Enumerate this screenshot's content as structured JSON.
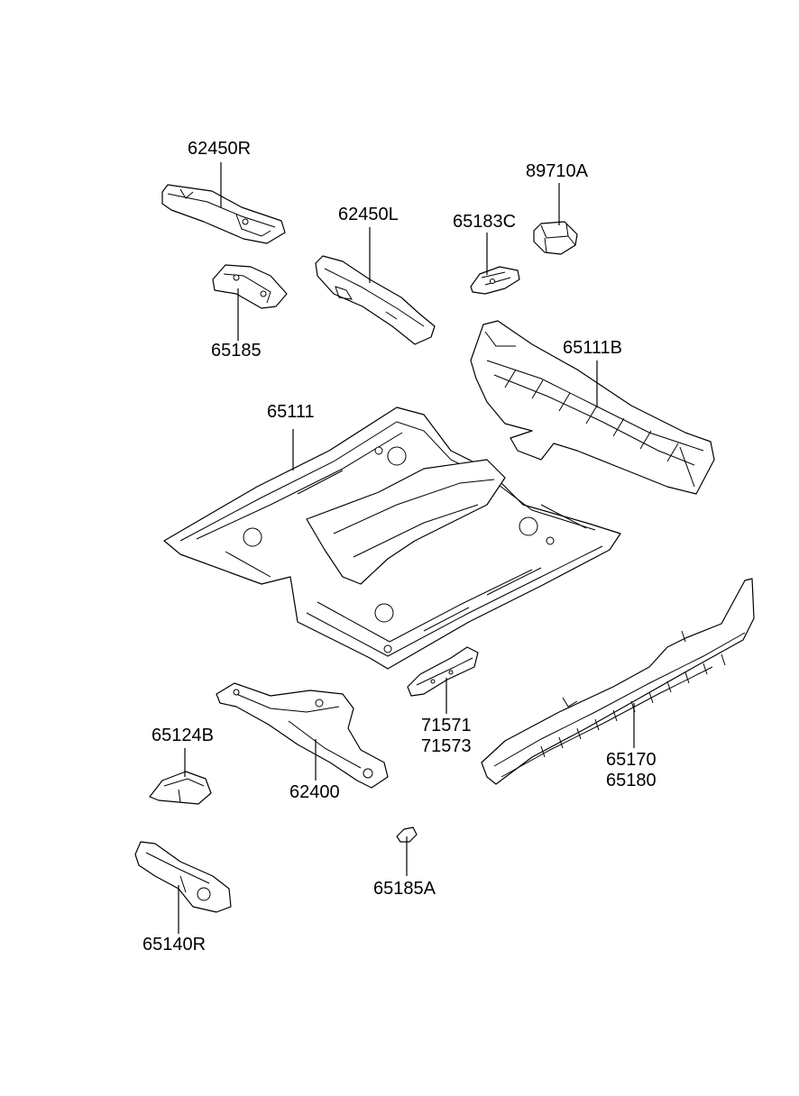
{
  "diagram": {
    "labels": {
      "p62450R": "62450R",
      "p89710A": "89710A",
      "p62450L": "62450L",
      "p65183C": "65183C",
      "p65185": "65185",
      "p65111B": "65111B",
      "p65111": "65111",
      "p71571": "71571",
      "p71573": "71573",
      "p65124B": "65124B",
      "p62400": "62400",
      "p65170": "65170",
      "p65180": "65180",
      "p65185A": "65185A",
      "p65140R": "65140R"
    }
  }
}
